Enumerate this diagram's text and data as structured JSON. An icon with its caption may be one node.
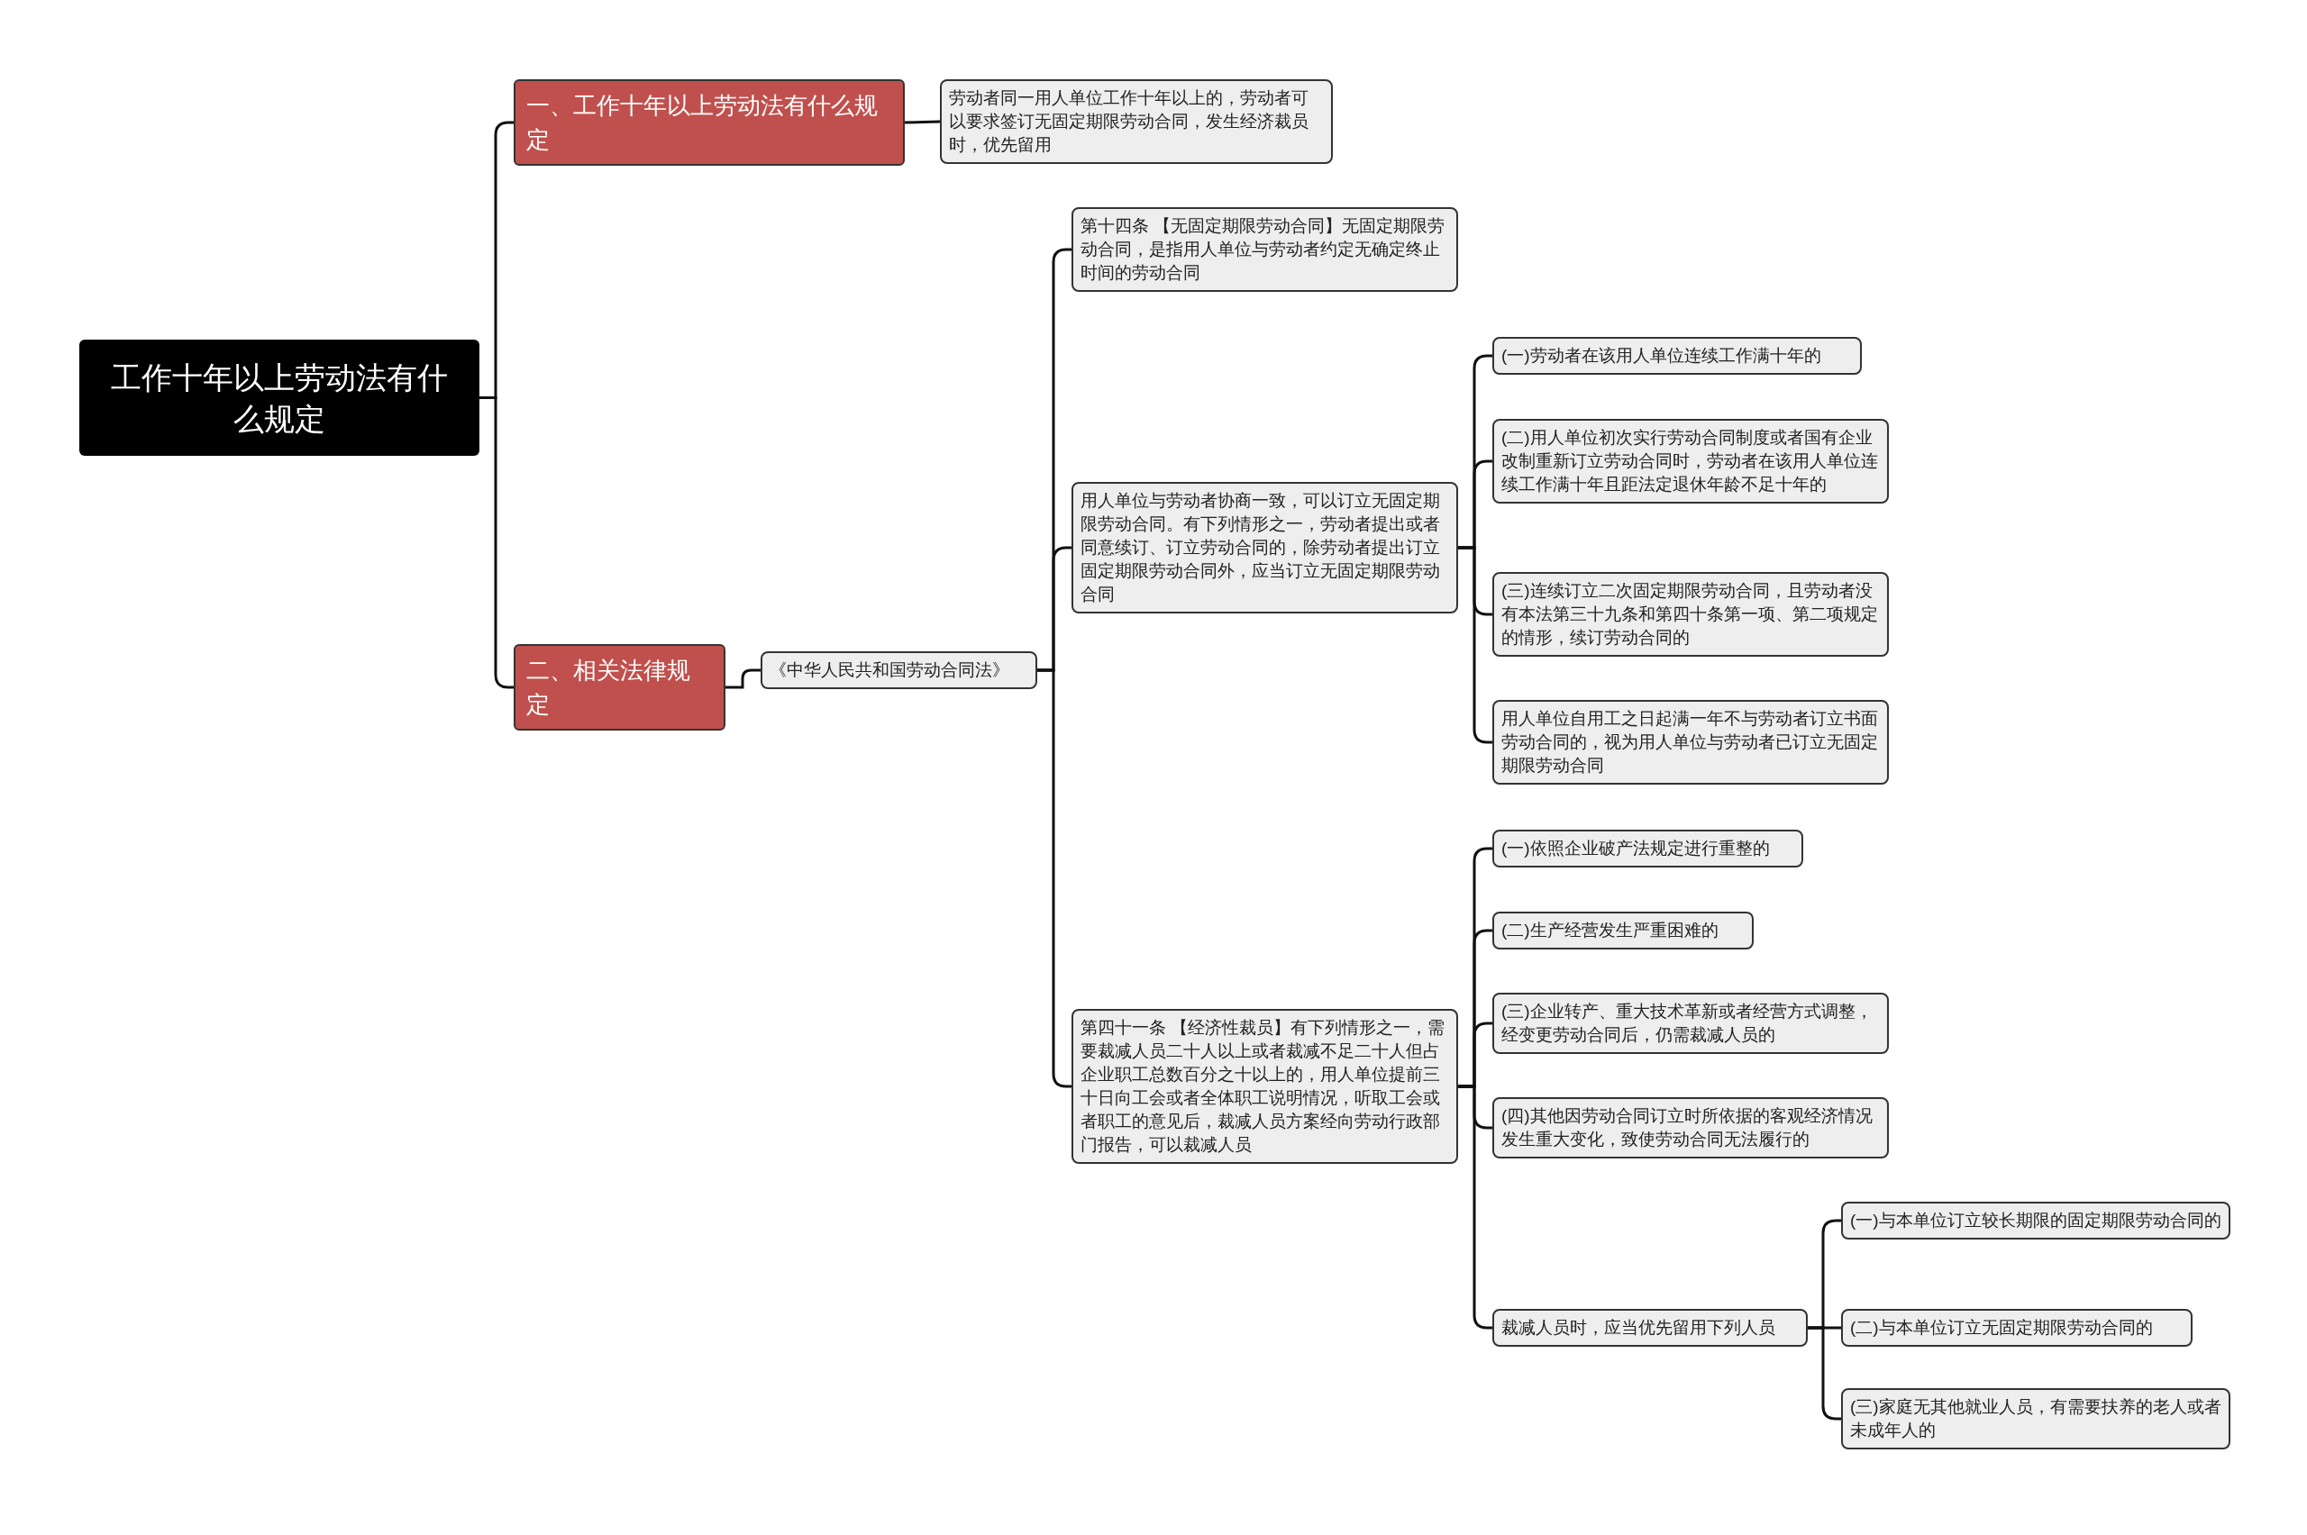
{
  "diagram": {
    "nodes": [
      {
        "text": [
          "工作十年以上劳动法有什么规定"
        ]
      },
      {
        "text": [
          "一、工作十年以上劳动法有什么规定"
        ]
      },
      {
        "text": [
          "劳动者同一用人单位工作十年以上的，劳动者可以要求签订无固定期限劳动合同，发生经济裁员时，优先留用"
        ]
      },
      {
        "text": [
          "二、相关法律规定"
        ]
      },
      {
        "text": [
          "《中华人民共和国劳动合同法》"
        ]
      },
      {
        "text": [
          "第十四条 【无固定期限劳动合同】无固定期限劳动合同，是指用人单位与劳动者约定无确定终止时间的劳动合同"
        ]
      },
      {
        "text": [
          "用人单位与劳动者协商一致，可以订立无固定期限劳动合同。有下列情形之一，劳动者提出或者同意续订、订立劳动合同的，除劳动者提出订立固定期限劳动合同外，应当订立无固定期限劳动合同"
        ]
      },
      {
        "text": [
          "(一)劳动者在该用人单位连续工作满十年的"
        ]
      },
      {
        "text": [
          "(二)用人单位初次实行劳动合同制度或者国有企业改制重新订立劳动合同时，劳动者在该用人单位连续工作满十年且距法定退休年龄不足十年的"
        ]
      },
      {
        "text": [
          "(三)连续订立二次固定期限劳动合同，且劳动者没有本法第三十九条和第四十条第一项、第二项规定的情形，续订劳动合同的"
        ]
      },
      {
        "text": [
          "用人单位自用工之日起满一年不与劳动者订立书面劳动合同的，视为用人单位与劳动者已订立无固定期限劳动合同"
        ]
      },
      {
        "text": [
          "第四十一条 【经济性裁员】有下列情形之一，需要裁减人员二十人以上或者裁减不足二十人但占企业职工总数百分之十以上的，用人单位提前三十日向工会或者全体职工说明情况，听取工会或者职工的意见后，裁减人员方案经向劳动行政部门报告，可以裁减人员"
        ]
      },
      {
        "text": [
          "(一)依照企业破产法规定进行重整的"
        ]
      },
      {
        "text": [
          "(二)生产经营发生严重困难的"
        ]
      },
      {
        "text": [
          "(三)企业转产、重大技术革新或者经营方式调整，经变更劳动合同后，仍需裁减人员的"
        ]
      },
      {
        "text": [
          "(四)其他因劳动合同订立时所依据的客观经济情况发生重大变化，致使劳动合同无法履行的"
        ]
      },
      {
        "text": [
          "裁减人员时，应当优先留用下列人员"
        ]
      },
      {
        "text": [
          "(一)与本单位订立较长期限的固定期限劳动合同的"
        ]
      },
      {
        "text": [
          "(二)与本单位订立无固定期限劳动合同的"
        ]
      },
      {
        "text": [
          "(三)家庭无其他就业人员，有需要扶养的老人或者未成年人的"
        ]
      }
    ],
    "edges": [
      {
        "from": 0,
        "to": 1,
        "arrow": "none"
      },
      {
        "from": 1,
        "to": 2,
        "arrow": "none"
      },
      {
        "from": 0,
        "to": 3,
        "arrow": "none"
      },
      {
        "from": 3,
        "to": 4,
        "arrow": "none"
      },
      {
        "from": 4,
        "to": 5,
        "arrow": "none"
      },
      {
        "from": 4,
        "to": 6,
        "arrow": "none"
      },
      {
        "from": 6,
        "to": 7,
        "arrow": "none"
      },
      {
        "from": 6,
        "to": 8,
        "arrow": "none"
      },
      {
        "from": 6,
        "to": 9,
        "arrow": "none"
      },
      {
        "from": 6,
        "to": 10,
        "arrow": "none"
      },
      {
        "from": 4,
        "to": 11,
        "arrow": "none"
      },
      {
        "from": 11,
        "to": 12,
        "arrow": "none"
      },
      {
        "from": 11,
        "to": 13,
        "arrow": "none"
      },
      {
        "from": 11,
        "to": 14,
        "arrow": "none"
      },
      {
        "from": 11,
        "to": 15,
        "arrow": "none"
      },
      {
        "from": 11,
        "to": 16,
        "arrow": "none"
      },
      {
        "from": 16,
        "to": 17,
        "arrow": "none"
      },
      {
        "from": 16,
        "to": 18,
        "arrow": "none"
      },
      {
        "from": 16,
        "to": 19,
        "arrow": "none"
      }
    ]
  }
}
